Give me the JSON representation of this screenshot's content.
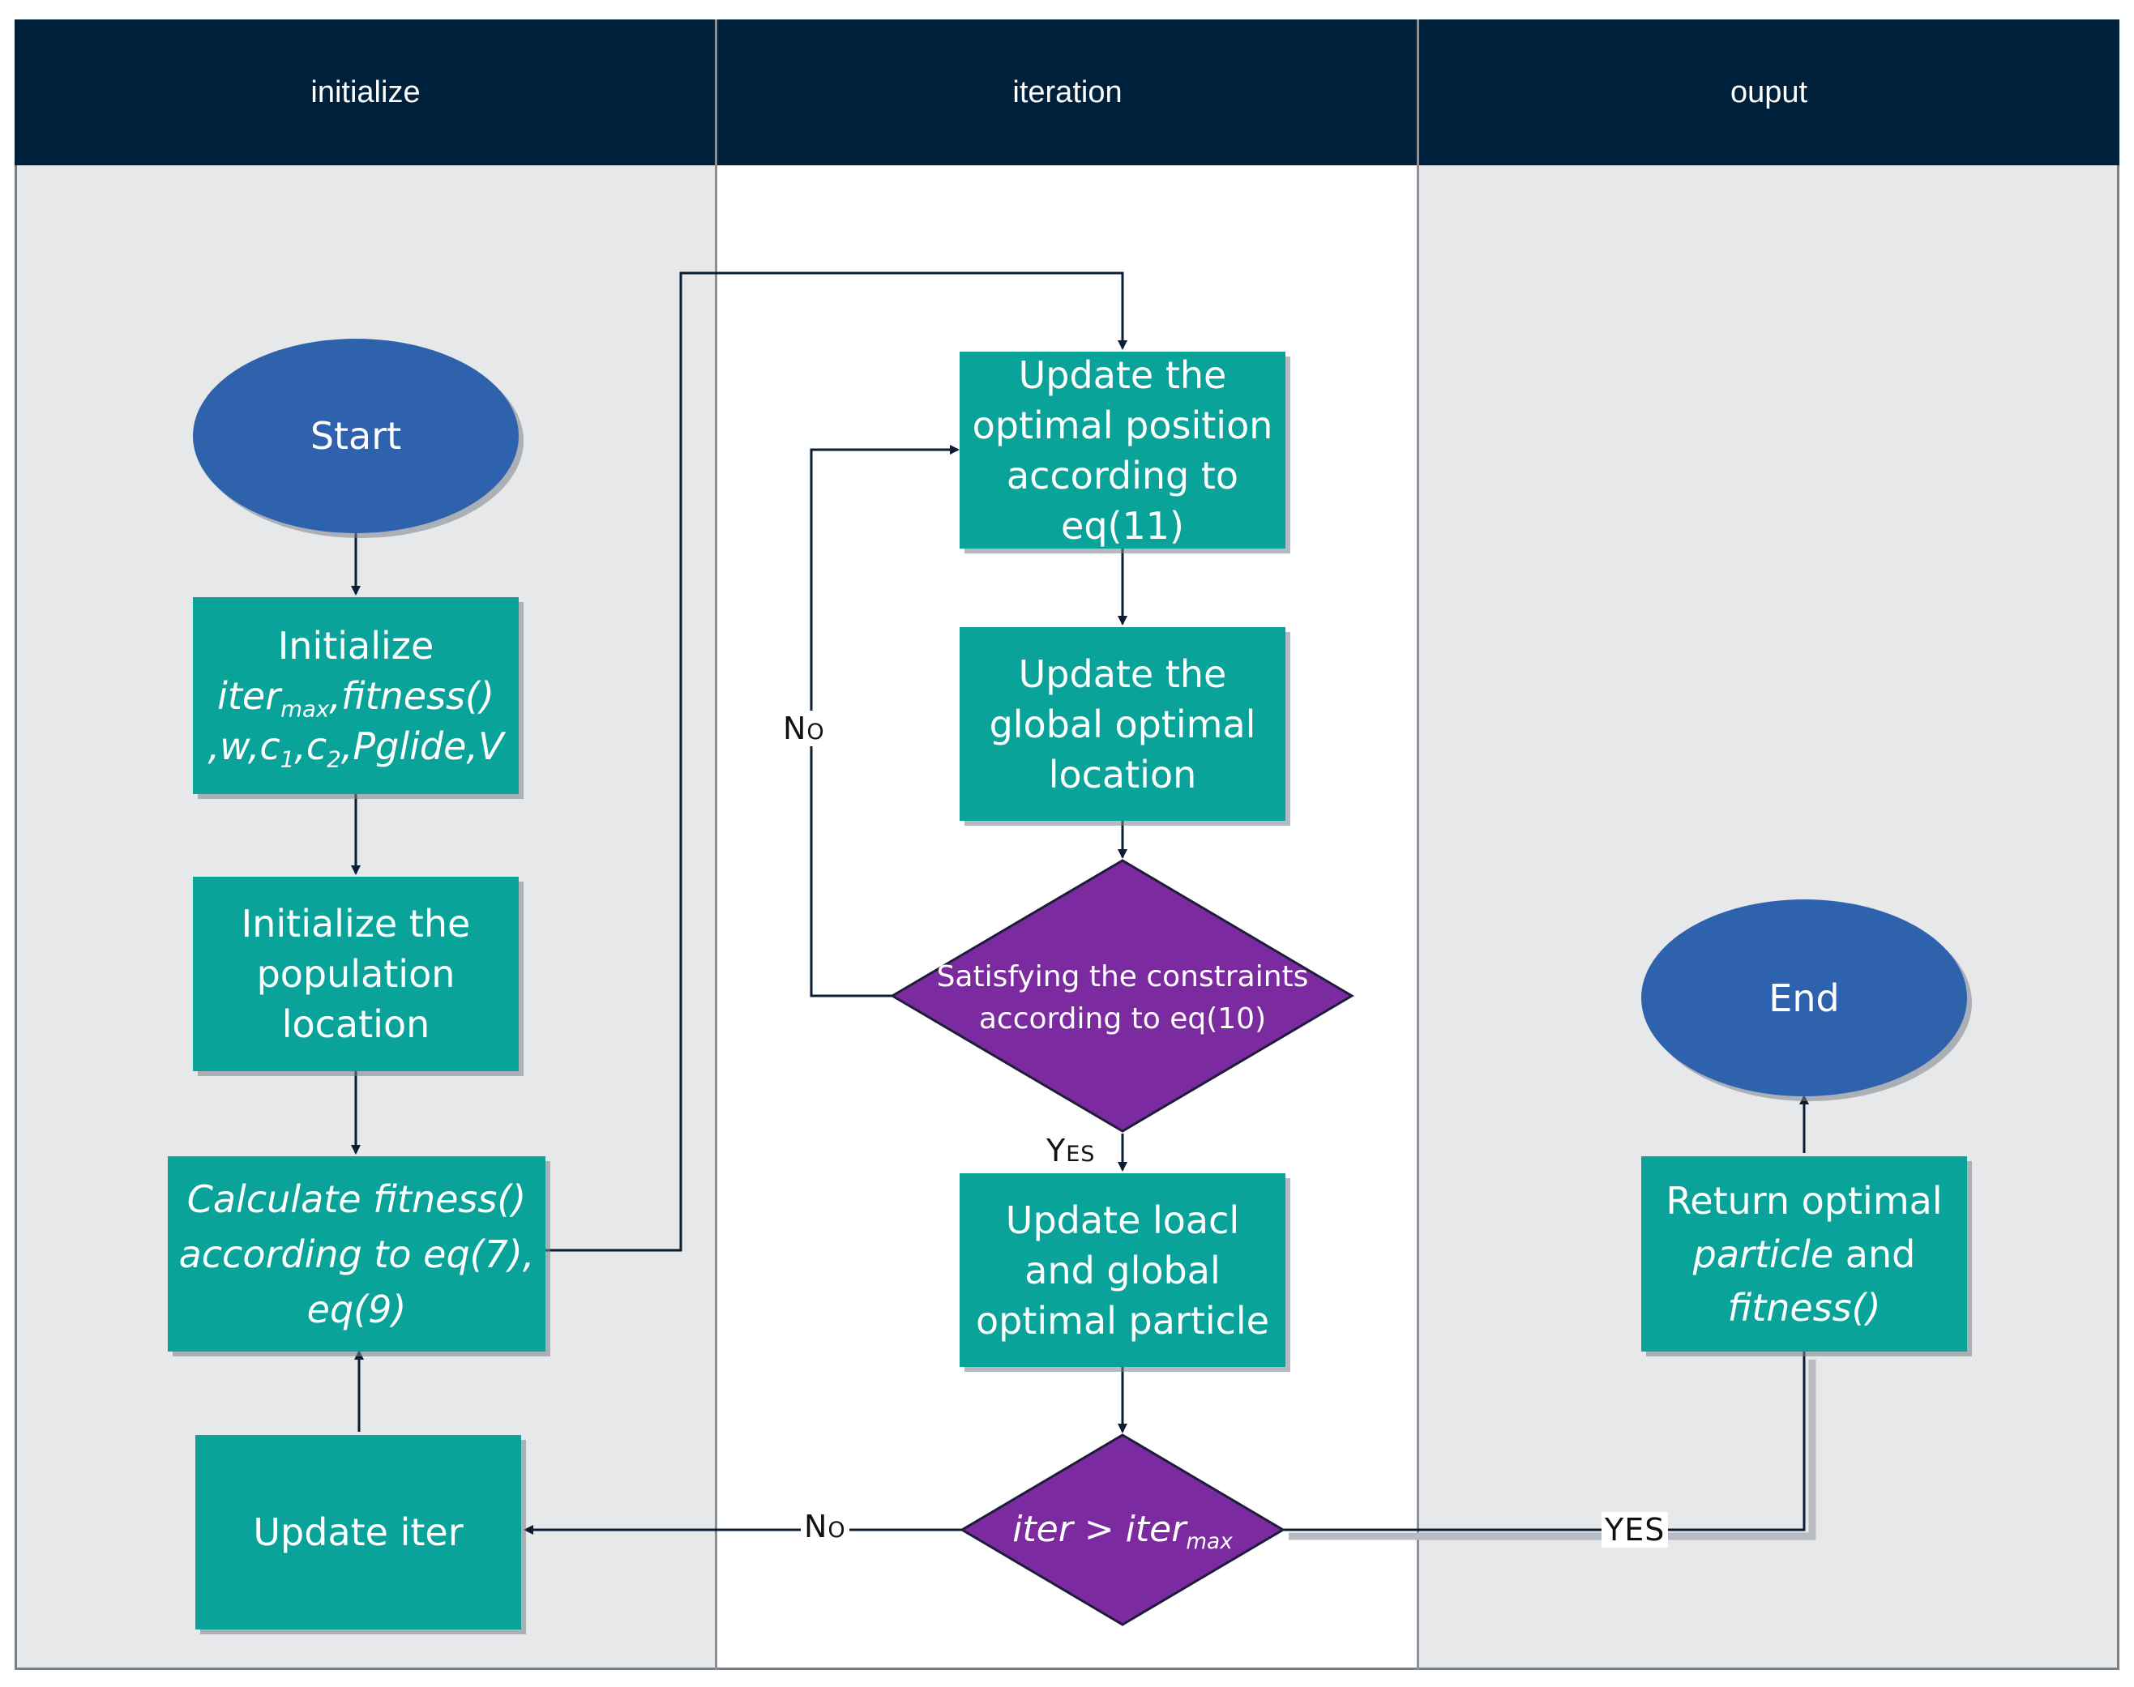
{
  "lanes": [
    {
      "title": "initialize"
    },
    {
      "title": "iteration"
    },
    {
      "title": "ouput"
    }
  ],
  "colors": {
    "header": "#00213b",
    "lane_gray": "#e6e8e9",
    "lane_white": "#ffffff",
    "process": "#0aa39a",
    "terminal": "#2f62ad",
    "decision": "#7b2aa0"
  },
  "nodes": {
    "start": "Start",
    "init_params_line1": "Initialize",
    "init_params_iter": "iter",
    "init_params_max": "max",
    "init_params_fitness": ",fitness()",
    "init_params_w": ",w,c",
    "init_params_c1sub": "1",
    "init_params_c2": ",c",
    "init_params_c2sub": "2",
    "init_params_rest": ",Pglide,V",
    "init_population": "Initialize the\npopulation\nlocation",
    "calc_fitness_prefix": "Calculate ",
    "calc_fitness_fn": "fitness()",
    "calc_fitness_rest": "according to eq(7),\neq(9)",
    "update_iter": "Update iter",
    "update_optimal_position": "Update the\noptimal position\naccording to\neq(11)",
    "update_global_location": "Update the\nglobal optimal\nlocation",
    "constraint_check_line1": "Satisfying the constraints",
    "constraint_check_line2": "according to eq(10)",
    "update_local_global": "Update loacl\nand global\noptimal particle",
    "iter_check_iter": "iter",
    "iter_check_op": " > ",
    "iter_check_itermax": "iter",
    "iter_check_max": "max",
    "return_optimal_line1": "Return optimal",
    "return_optimal_particle": "particle",
    "return_optimal_and": " and",
    "return_optimal_fitness": "fitness()",
    "end": "End"
  },
  "edge_labels": {
    "constraint_no": "No",
    "constraint_yes": "Yes",
    "iter_no": "No",
    "iter_yes": "YES"
  }
}
